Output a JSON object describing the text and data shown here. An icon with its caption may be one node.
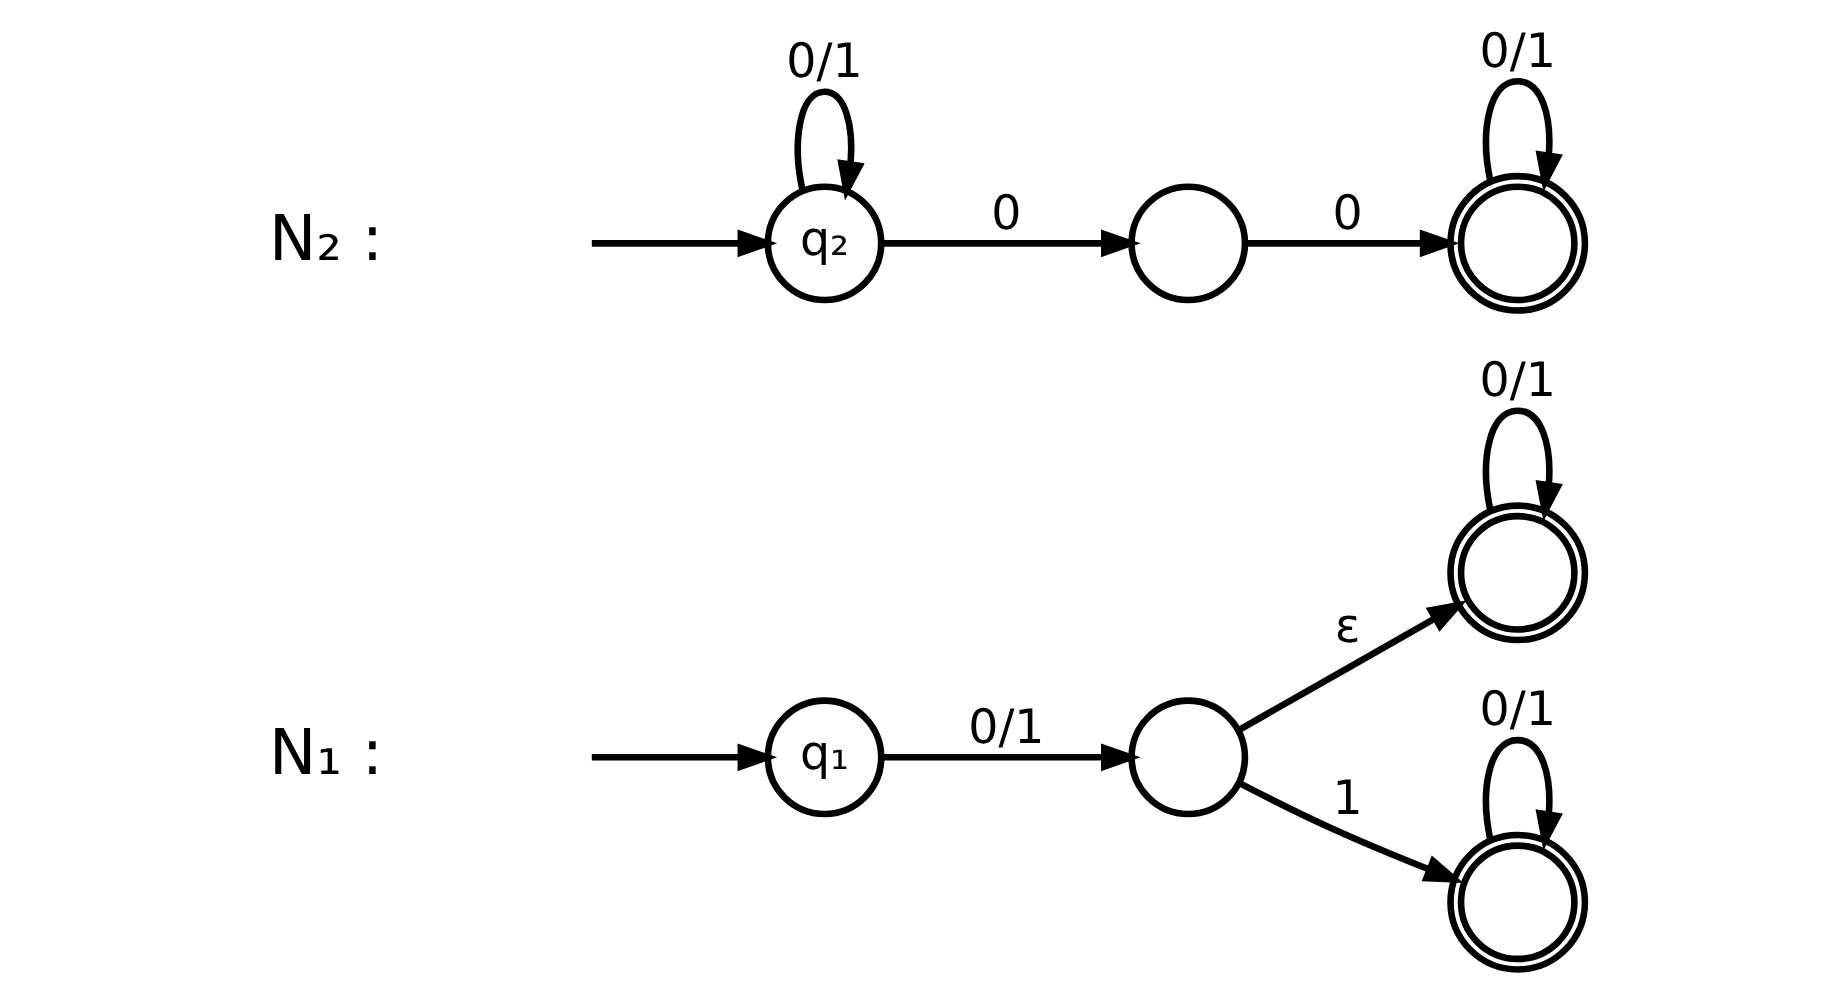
{
  "diagram": {
    "nodes": [
      {
        "text": [
          "q₁"
        ]
      },
      {
        "text": [],
        "shape": "circle"
      },
      {
        "text": [],
        "shape": "circle"
      },
      {
        "text": [],
        "shape": "circle"
      },
      {
        "text": [
          "q₂"
        ]
      },
      {
        "text": [],
        "shape": "circle"
      },
      {
        "text": [],
        "shape": "circle"
      }
    ],
    "edges": [
      {
        "from": null,
        "to": 0,
        "arrow": "to"
      },
      {
        "from": 0,
        "to": 1,
        "label": "0/1",
        "arrow": "to"
      },
      {
        "from": 1,
        "to": 2,
        "label": "ε",
        "arrow": "to"
      },
      {
        "from": 1,
        "to": 3,
        "label": "1",
        "arrow": "to"
      },
      {
        "from": 2,
        "to": 2,
        "label": "0/1",
        "arrow": "to"
      },
      {
        "from": 3,
        "to": 3,
        "label": "0/1",
        "arrow": "to"
      },
      {
        "from": null,
        "to": 4,
        "arrow": "to"
      },
      {
        "from": 4,
        "to": 4,
        "label": "0/1",
        "arrow": "to"
      },
      {
        "from": 4,
        "to": 5,
        "label": "0",
        "arrow": "to"
      },
      {
        "from": 5,
        "to": 6,
        "label": "0",
        "arrow": "to"
      },
      {
        "from": 6,
        "to": 6,
        "label": "0/1",
        "arrow": "to"
      }
    ],
    "labels": [
      "N₁ :",
      "N₂ :"
    ]
  }
}
